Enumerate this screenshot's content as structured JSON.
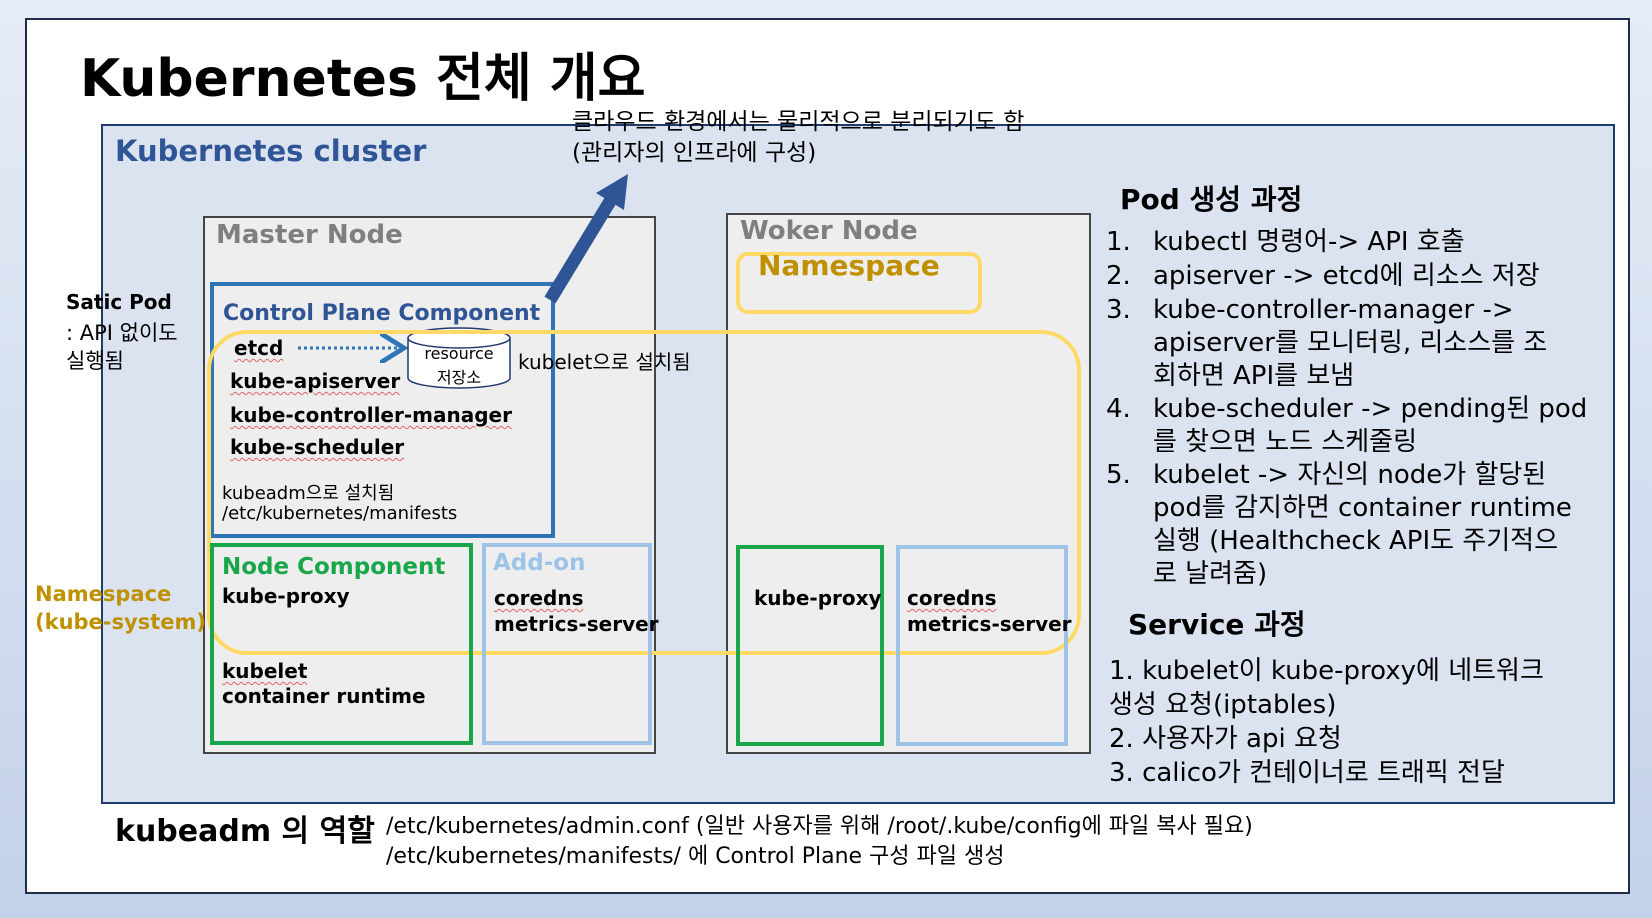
{
  "title": "Kubernetes 전체 개요",
  "cluster_title": "Kubernetes cluster",
  "cloud_note": {
    "line1": "클라우드 환경에서는 물리적으로 분리되기도 함",
    "line2": "(관리자의 인프라에 구성)"
  },
  "static_pod": {
    "title": "Satic Pod",
    "line1": ": API 없이도",
    "line2": "실행됨"
  },
  "namespace_label": {
    "line1": "Namespace",
    "line2": "(kube-system)"
  },
  "master": {
    "title": "Master Node",
    "control_plane": {
      "title": "Control Plane Component",
      "etcd": "etcd",
      "apiserver": "kube-apiserver",
      "controller_manager": "kube-controller-manager",
      "scheduler": "kube-scheduler",
      "installed_note": "kubeadm으로 설치됨",
      "manifests_path": "/etc/kubernetes/manifests"
    },
    "storage": {
      "line1": "resource",
      "line2": "저장소"
    },
    "kubelet_note": "kubelet으로 설치됨",
    "node_component": {
      "title": "Node Component",
      "kube_proxy": "kube-proxy",
      "kubelet": "kubelet",
      "container_runtime": "container runtime"
    },
    "addon": {
      "title": "Add-on",
      "coredns": "coredns",
      "metrics": "metrics-server"
    }
  },
  "worker": {
    "title": "Woker Node",
    "namespace": "Namespace",
    "kube_proxy": "kube-proxy",
    "coredns": "coredns",
    "metrics": "metrics-server"
  },
  "pod_process": {
    "title": "Pod 생성 과정",
    "items": [
      {
        "num": "1.",
        "lines": [
          "kubectl 명령어-> API 호출"
        ]
      },
      {
        "num": "2.",
        "lines": [
          "apiserver -> etcd에 리소스 저장"
        ]
      },
      {
        "num": "3.",
        "lines": [
          "kube-controller-manager ->",
          "apiserver를 모니터링, 리소스를 조",
          "회하면 API를 보냄"
        ]
      },
      {
        "num": "4.",
        "lines": [
          "kube-scheduler -> pending된 pod",
          "를 찾으면 노드 스케줄링"
        ]
      },
      {
        "num": "5.",
        "lines": [
          "kubelet -> 자신의 node가 할당된",
          "pod를 감지하면 container runtime",
          "실행 (Healthcheck API도 주기적으",
          "로 날려줌)"
        ]
      }
    ]
  },
  "service_process": {
    "title": "Service 과정",
    "lines": [
      "1. kubelet이 kube-proxy에 네트워크",
      "생성 요청(iptables)",
      "2. 사용자가 api 요청",
      "3. calico가 컨테이너로 트래픽 전달"
    ]
  },
  "kubeadm_role": {
    "title": "kubeadm 의 역할",
    "line1": "/etc/kubernetes/admin.conf (일반 사용자를 위해 /root/.kube/config에 파일 복사 필요)",
    "line2": "/etc/kubernetes/manifests/ 에 Control Plane 구성 파일 생성"
  },
  "colors": {
    "title_blue": "#2f5597",
    "control_plane_border": "#2e75b6",
    "namespace_yellow": "#ffd966",
    "namespace_text": "#bf9000",
    "node_component_green": "#1aa64a",
    "addon_blue": "#9dc3e6",
    "arrow_blue": "#2f5597"
  }
}
